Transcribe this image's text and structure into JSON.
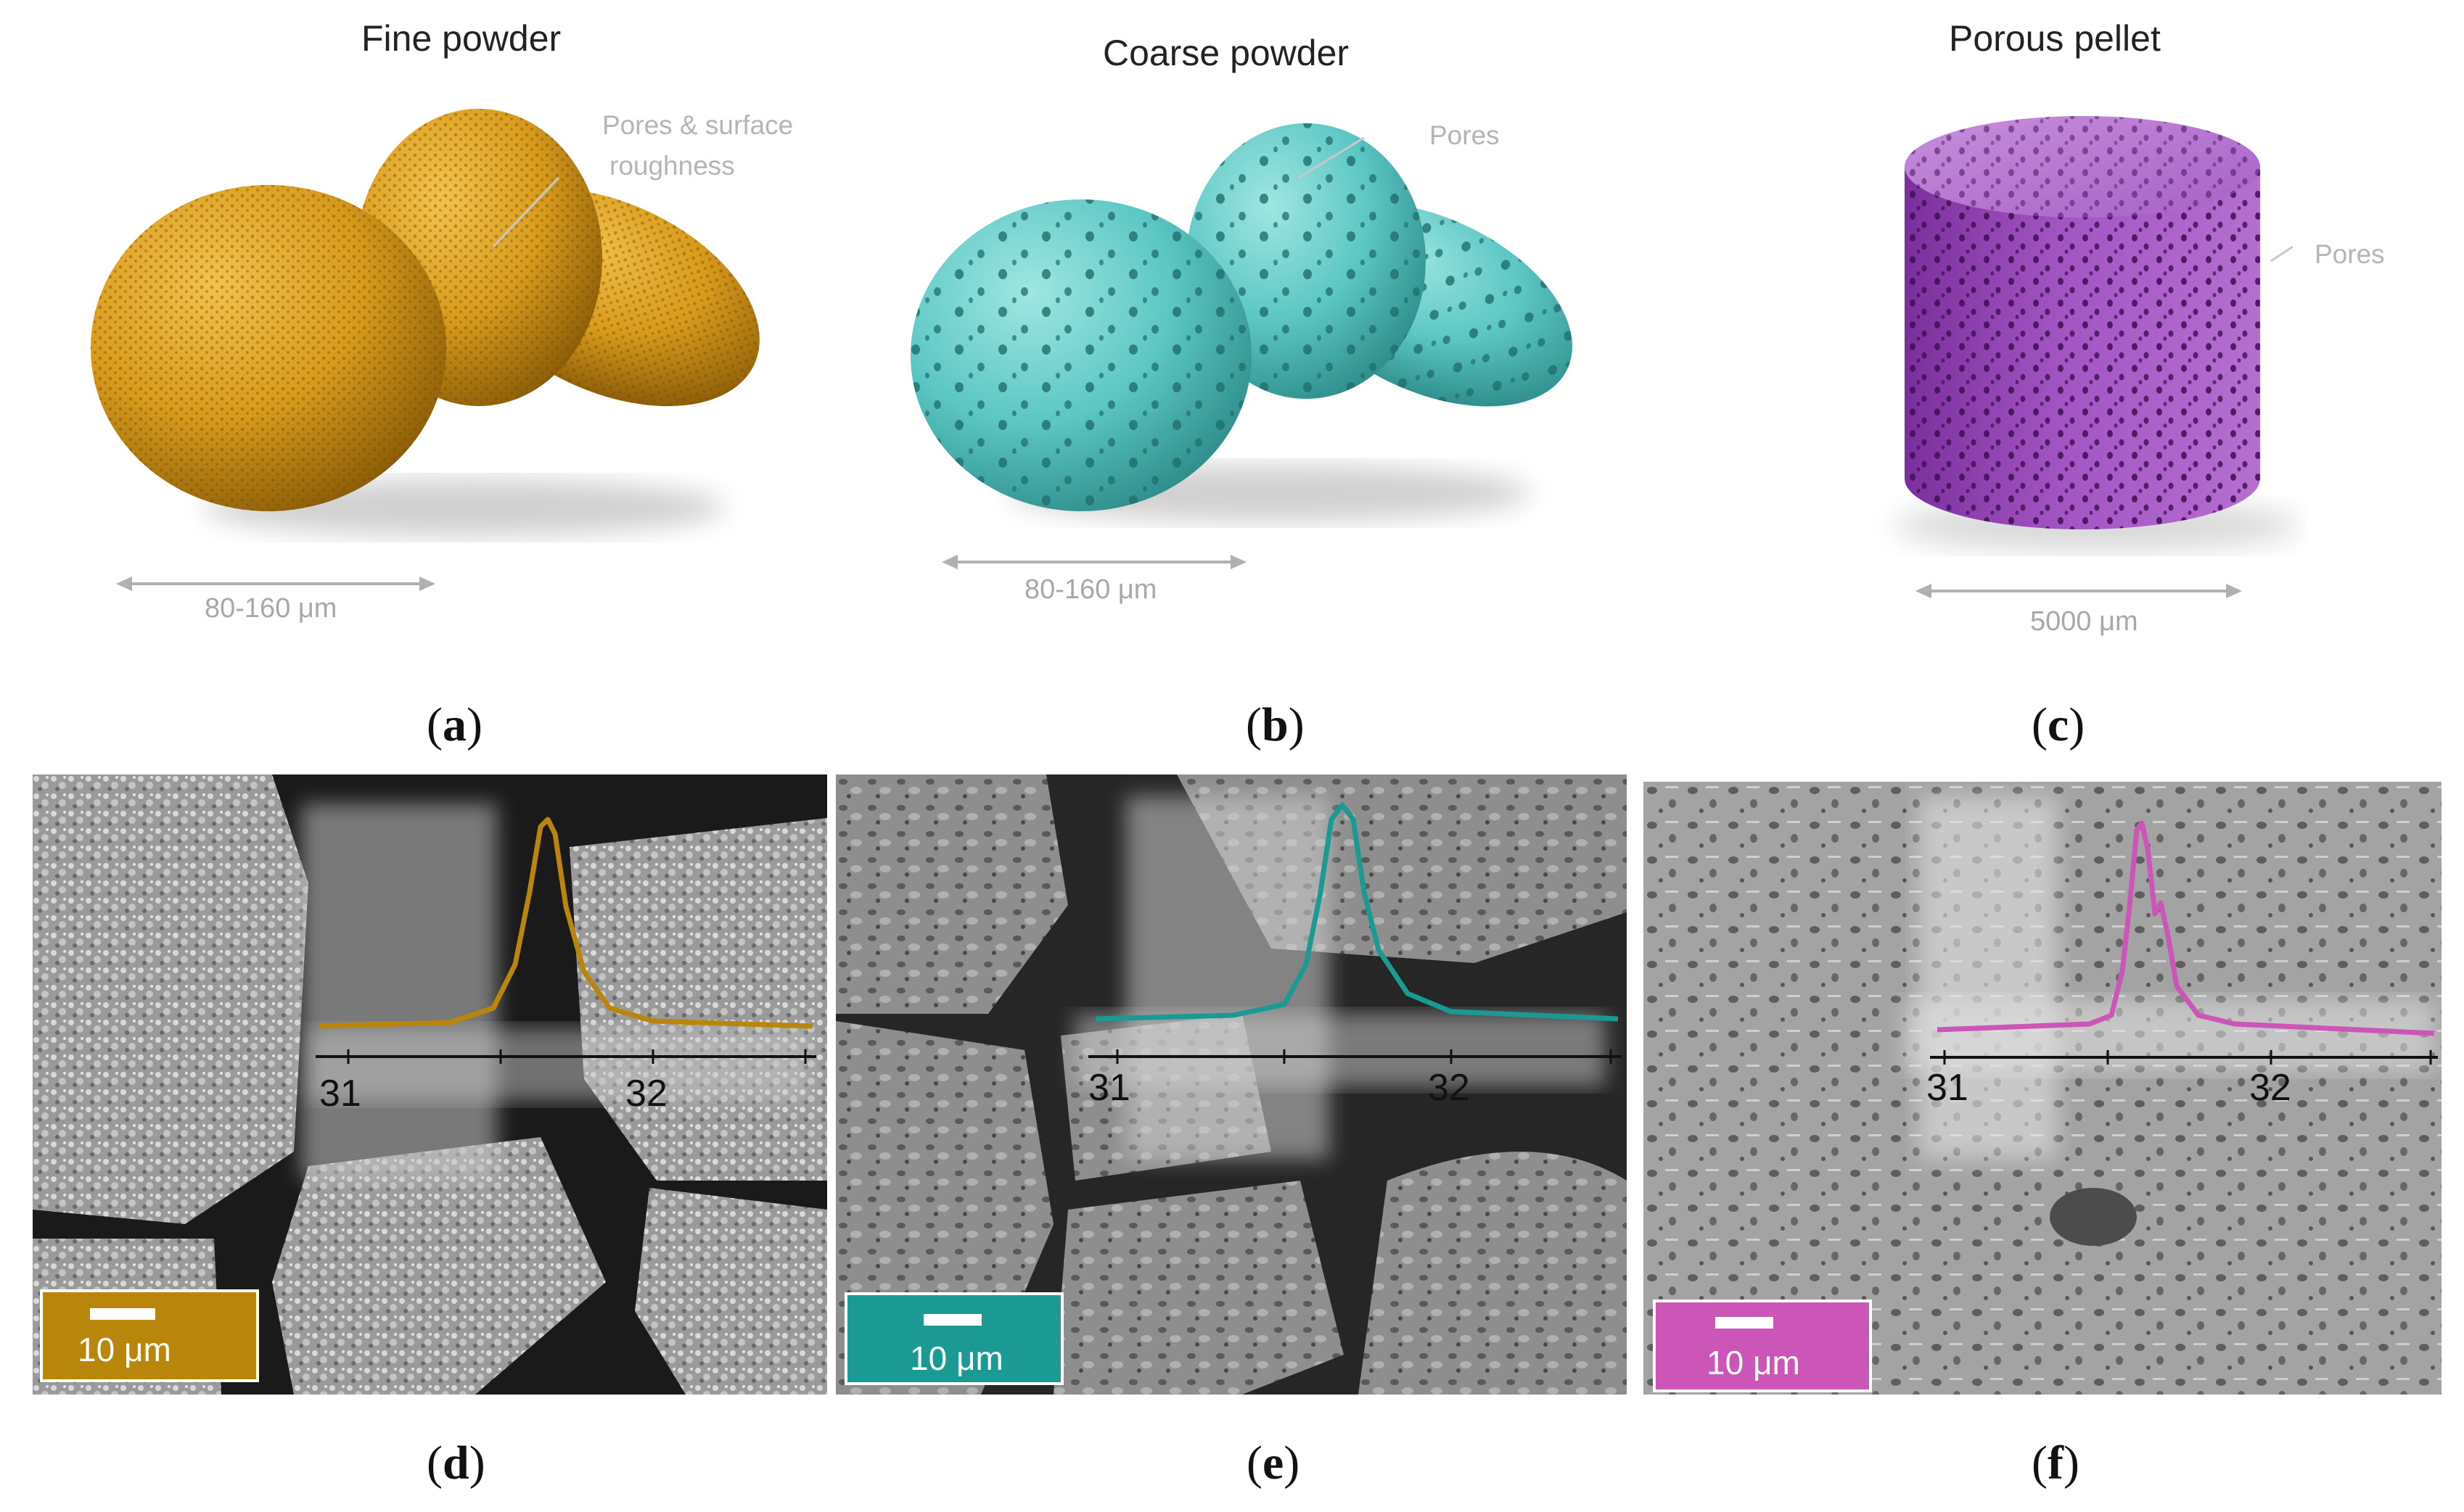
{
  "top_panels": [
    {
      "id": "a",
      "title": "Fine powder",
      "annotation": [
        "Pores & surface",
        "roughness"
      ],
      "dimension": "80-160 μm",
      "label": "a",
      "color": "#d9a021"
    },
    {
      "id": "b",
      "title": "Coarse powder",
      "annotation": [
        "Pores"
      ],
      "dimension": "80-160 μm",
      "label": "b",
      "color": "#5cc7c4"
    },
    {
      "id": "c",
      "title": "Porous pellet",
      "annotation": [
        "Pores"
      ],
      "dimension": "5000 μm",
      "label": "c",
      "color": "#a455c4"
    }
  ],
  "bottom_panels": [
    {
      "id": "d",
      "label": "d",
      "scale_text": "10 μm",
      "color": "#b8860b",
      "ticks": [
        "31",
        "32"
      ]
    },
    {
      "id": "e",
      "label": "e",
      "scale_text": "10 μm",
      "color": "#1a9a92",
      "ticks": [
        "31",
        "32"
      ]
    },
    {
      "id": "f",
      "label": "f",
      "scale_text": "10 μm",
      "color": "#cc55b8",
      "ticks": [
        "31",
        "32"
      ]
    }
  ]
}
